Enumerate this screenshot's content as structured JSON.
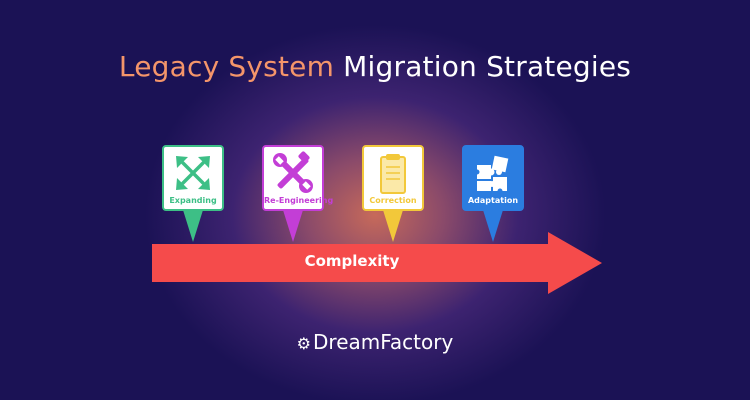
{
  "title": {
    "part1": "Legacy System",
    "part2": "Migration Strategies"
  },
  "colors": {
    "accent": "#f4956a",
    "expanding": "#3dbf86",
    "reengineering": "#c33ed6",
    "correction": "#f2c83a",
    "adaptation": "#2b7de0",
    "arrow": "#f54b4b",
    "background": "#1b1255"
  },
  "strategies": [
    {
      "label": "Expanding",
      "icon": "expand-arrows-icon"
    },
    {
      "label": "Re-Engineering",
      "icon": "wrench-screwdriver-icon"
    },
    {
      "label": "Correction",
      "icon": "clipboard-icon"
    },
    {
      "label": "Adaptation",
      "icon": "puzzle-icon"
    }
  ],
  "arrow": {
    "label": "Complexity"
  },
  "brand": {
    "name": "DreamFactory",
    "icon": "gear-icon"
  }
}
